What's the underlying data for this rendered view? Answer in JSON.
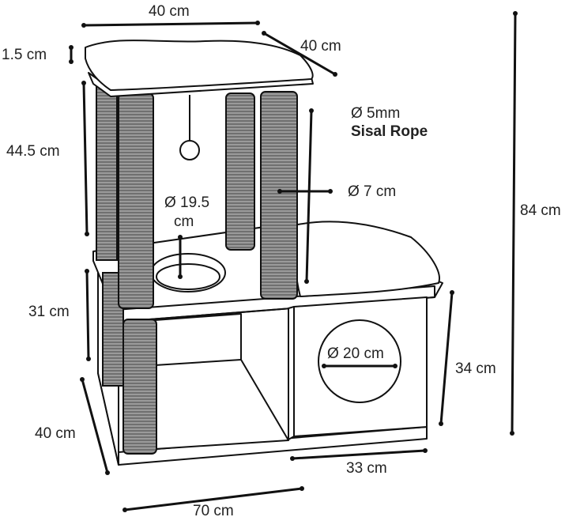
{
  "colors": {
    "line": "#111111",
    "post_fill": "#8a8a8a",
    "background": "#ffffff"
  },
  "dimensions": {
    "top_width": "40 cm",
    "top_depth": "40 cm",
    "top_thickness": "1.5 cm",
    "upper_post_height": "44.5 cm",
    "lower_post_height": "31 cm",
    "base_depth": "40 cm",
    "base_width": "70 cm",
    "box_width": "33 cm",
    "box_height": "34 cm",
    "total_height": "84 cm",
    "hole_top_line1": "Ø 19.5",
    "hole_top_line2": "cm",
    "hole_box": "Ø 20 cm",
    "post_diameter": "Ø 7 cm",
    "rope_diameter": "Ø 5mm",
    "rope_material": "Sisal Rope"
  }
}
